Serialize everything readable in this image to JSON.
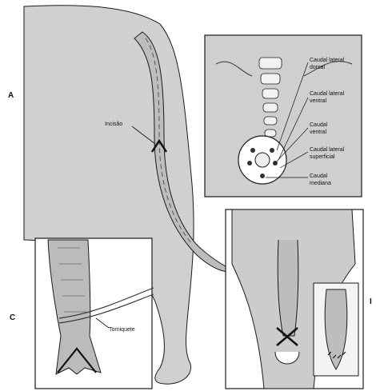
{
  "panels": {
    "a": {
      "letter": "A",
      "incision_label": "Incisão"
    },
    "inset": {
      "labels": [
        {
          "line1": "Caudal lateral",
          "line2": "dorsal"
        },
        {
          "line1": "Caudal lateral",
          "line2": "ventral"
        },
        {
          "line1": "Caudal",
          "line2": "ventral"
        },
        {
          "line1": "Caudal lateral",
          "line2": "superficial"
        },
        {
          "line1": "Caudal",
          "line2": "mediana"
        }
      ]
    },
    "c": {
      "letter": "C",
      "tourniquet_label": "Torniquete"
    },
    "d": {
      "letter": "I"
    }
  },
  "colors": {
    "shade": "#c9c9c9",
    "ink": "#1a1a1a",
    "paper": "#ffffff"
  }
}
